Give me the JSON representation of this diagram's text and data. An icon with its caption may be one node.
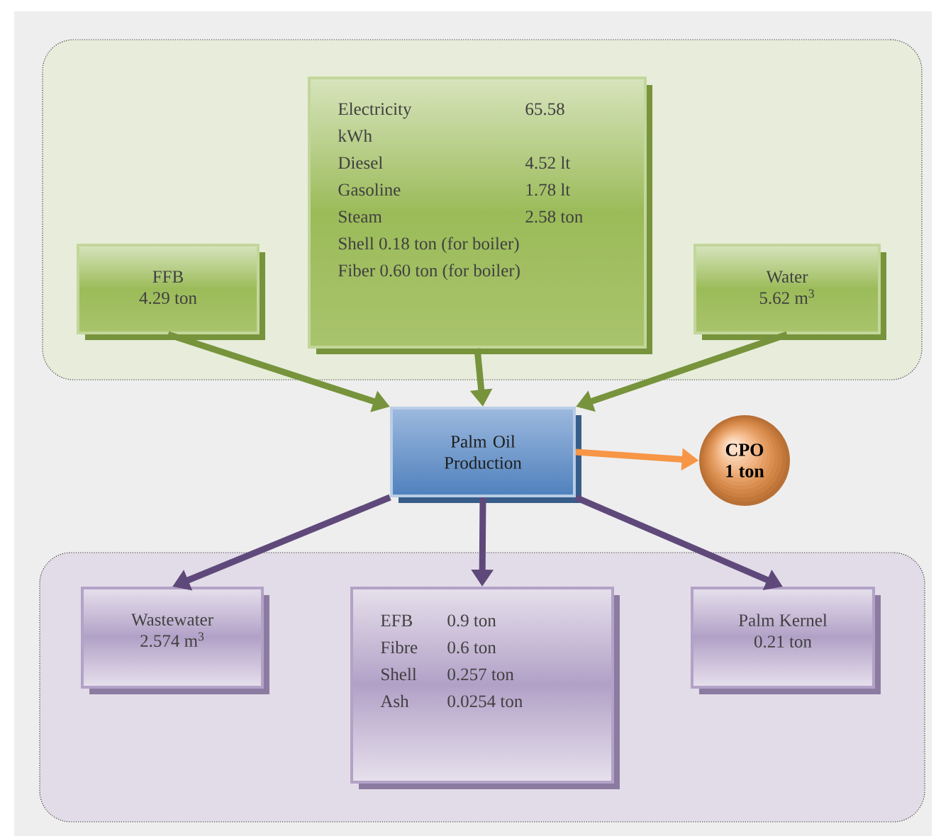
{
  "diagram": {
    "nodes": [
      {
        "text": [],
        "shape": "box"
      },
      {
        "text": [
          "FFB",
          "4.29 ton"
        ],
        "in": 0
      },
      {
        "text": [
          "Electricity",
          "65.58",
          "kWh",
          "Diesel",
          "4.52 lt",
          "Gasoline",
          "1.78 lt",
          "Steam",
          "2.58 ton",
          "Shell 0.18 ton (for boiler)",
          "Fiber 0.60 ton (for boiler)"
        ],
        "in": 0
      },
      {
        "text": [
          "Water",
          "5.62 m$^{3}$"
        ],
        "in": 0
      },
      {
        "text": [
          "Palm Oil Production"
        ]
      },
      {
        "text": [
          "CPO",
          "1 ton"
        ]
      },
      {
        "text": [],
        "shape": "box"
      },
      {
        "text": [
          "Wastewater",
          "2.574 m$^{3}$"
        ],
        "in": 6
      },
      {
        "text": [
          "EFB",
          "0.9 ton",
          "Fibre",
          "0.6 ton",
          "Shell",
          "0.257 ton",
          "Ash",
          "0.0254 ton"
        ],
        "in": 6
      },
      {
        "text": [
          "Palm Kernel",
          "0.21 ton"
        ],
        "in": 6
      }
    ],
    "edges": [
      {
        "from": 1,
        "to": 4,
        "arrow": "to",
        "color": "#77933c"
      },
      {
        "from": 2,
        "to": 4,
        "arrow": "to",
        "color": "#77933c"
      },
      {
        "from": 3,
        "to": 4,
        "arrow": "to",
        "color": "#77933c"
      },
      {
        "from": 4,
        "to": 5,
        "arrow": "to",
        "color": "#f79646"
      },
      {
        "from": 4,
        "to": 7,
        "arrow": "to",
        "color": "#5f497a"
      },
      {
        "from": 4,
        "to": 8,
        "arrow": "to",
        "color": "#5f497a"
      },
      {
        "from": 4,
        "to": 9,
        "arrow": "to",
        "color": "#5f497a"
      }
    ]
  }
}
